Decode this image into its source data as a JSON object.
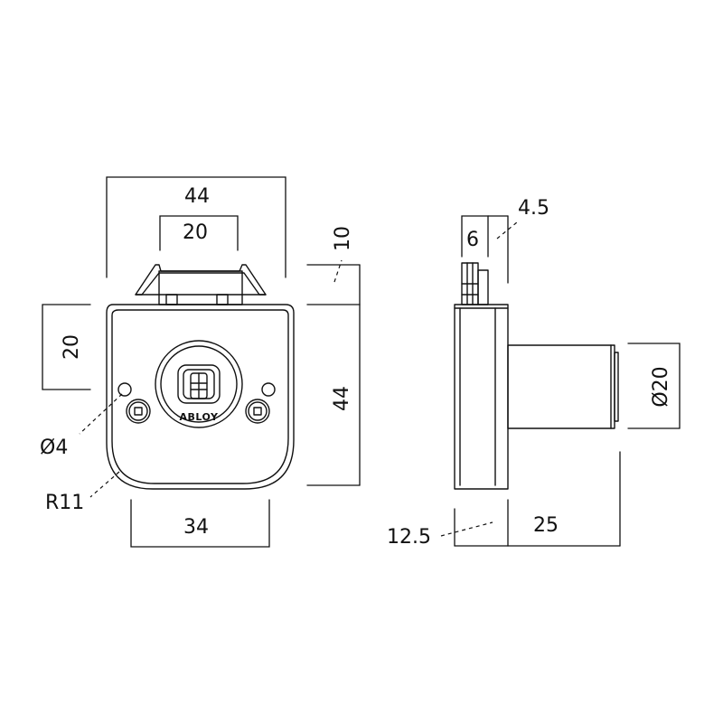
{
  "brand": "ABLOY",
  "front_view": {
    "dim_width_top": "44",
    "dim_bolt_width": "20",
    "dim_bolt_protrusion": "10",
    "dim_height": "44",
    "dim_hole_spacing": "20",
    "dim_hole_diameter": "Ø4",
    "dim_corner_radius": "R11",
    "dim_bottom_width": "34"
  },
  "side_view": {
    "dim_bolt_depth": "6",
    "dim_offset": "4.5",
    "dim_cylinder_diameter": "Ø20",
    "dim_body_depth": "12.5",
    "dim_cylinder_length": "25"
  }
}
